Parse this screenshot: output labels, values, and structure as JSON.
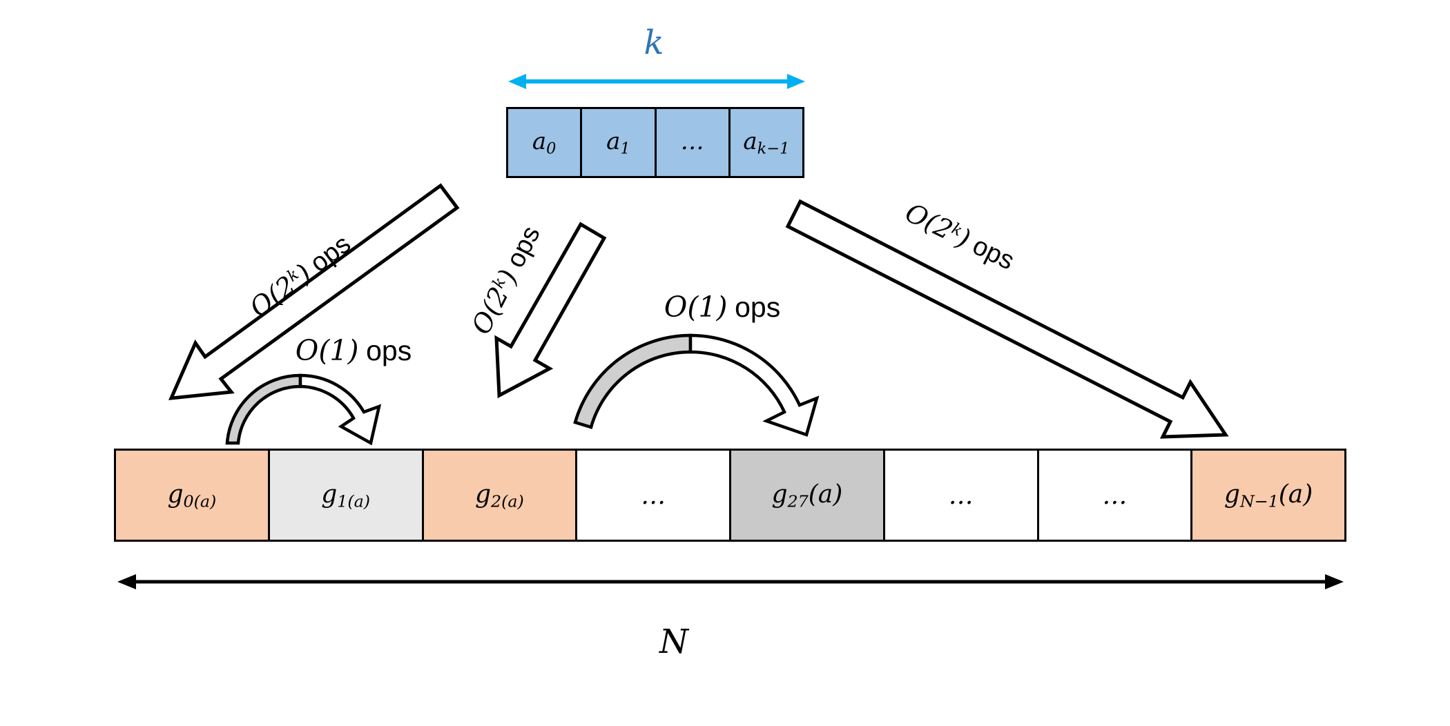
{
  "diagram": {
    "k_label": "k",
    "n_label": "N",
    "colors": {
      "top_cell_fill": "#9DC3E6",
      "orange_fill": "#F8CBAD",
      "light_gray_fill": "#E9E8E8",
      "mid_gray_fill": "#C9C9C9",
      "white_fill": "#FFFFFF",
      "cyan_arrow": "#00B0F0",
      "k_label_color": "#2E75B6",
      "curved_tail_gray": "#CFCFCF",
      "outline": "#000000"
    },
    "top_array": {
      "cells": [
        {
          "base": "a",
          "sub": "0"
        },
        {
          "base": "a",
          "sub": "1"
        },
        {
          "base": "…"
        },
        {
          "base": "a",
          "sub": "k−1"
        }
      ]
    },
    "bottom_array": {
      "cells": [
        {
          "base": "g",
          "sub": "0(a)",
          "fill": "#F8CBAD"
        },
        {
          "base": "g",
          "sub": "1(a)",
          "fill": "#E9E8E8"
        },
        {
          "base": "g",
          "sub": "2(a)",
          "fill": "#F8CBAD"
        },
        {
          "base": "…",
          "fill": "#FFFFFF"
        },
        {
          "base": "g",
          "sub": "27",
          "post": "(a)",
          "fill": "#C9C9C9"
        },
        {
          "base": "…",
          "fill": "#FFFFFF"
        },
        {
          "base": "…",
          "fill": "#FFFFFF"
        },
        {
          "base": "g",
          "sub": "N−1",
          "post": "(a)",
          "fill": "#F8CBAD"
        }
      ]
    },
    "arrow_labels": {
      "big_left": {
        "pre": "O(2",
        "sup": "k",
        "close": ")",
        "ops": "ops"
      },
      "big_mid": {
        "pre": "O(2",
        "sup": "k",
        "close": ")",
        "ops": "ops"
      },
      "big_right": {
        "pre": "O(2",
        "sup": "k",
        "close": ")",
        "ops": "ops"
      },
      "small_left": {
        "pre": "O(1)",
        "ops": "ops"
      },
      "small_mid": {
        "pre": "O(1)",
        "ops": "ops"
      }
    }
  }
}
